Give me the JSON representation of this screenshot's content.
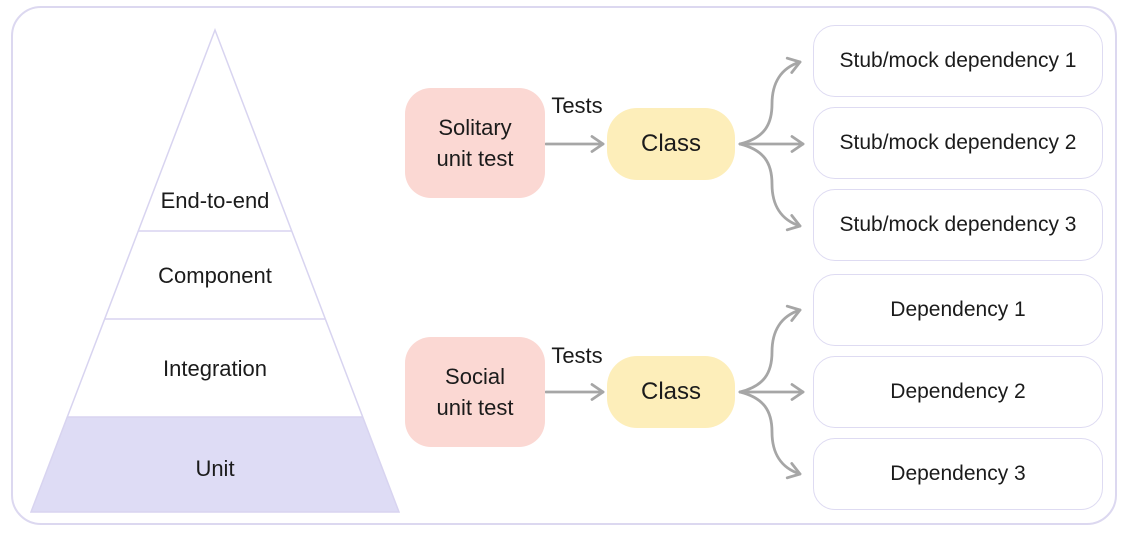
{
  "diagram": {
    "pyramid": {
      "layers": [
        {
          "label": "End-to-end",
          "highlighted": false
        },
        {
          "label": "Component",
          "highlighted": false
        },
        {
          "label": "Integration",
          "highlighted": false
        },
        {
          "label": "Unit",
          "highlighted": true
        }
      ]
    },
    "flows": [
      {
        "source_lines": [
          "Solitary",
          "unit test"
        ],
        "arrow_label": "Tests",
        "target_label": "Class",
        "dependencies": [
          "Stub/mock dependency 1",
          "Stub/mock dependency 2",
          "Stub/mock dependency 3"
        ]
      },
      {
        "source_lines": [
          "Social",
          "unit test"
        ],
        "arrow_label": "Tests",
        "target_label": "Class",
        "dependencies": [
          "Dependency 1",
          "Dependency 2",
          "Dependency 3"
        ]
      }
    ],
    "colors": {
      "frame_border": "#dcd8f0",
      "pyramid_outline": "#d8d4f0",
      "pyramid_highlight_fill": "#dedcf5",
      "source_box_fill": "#fbd8d3",
      "class_box_fill": "#fdeeba",
      "dependency_border": "#dedbf2",
      "arrow_gray": "#a6a6a6",
      "text": "#1b1b1b"
    }
  }
}
